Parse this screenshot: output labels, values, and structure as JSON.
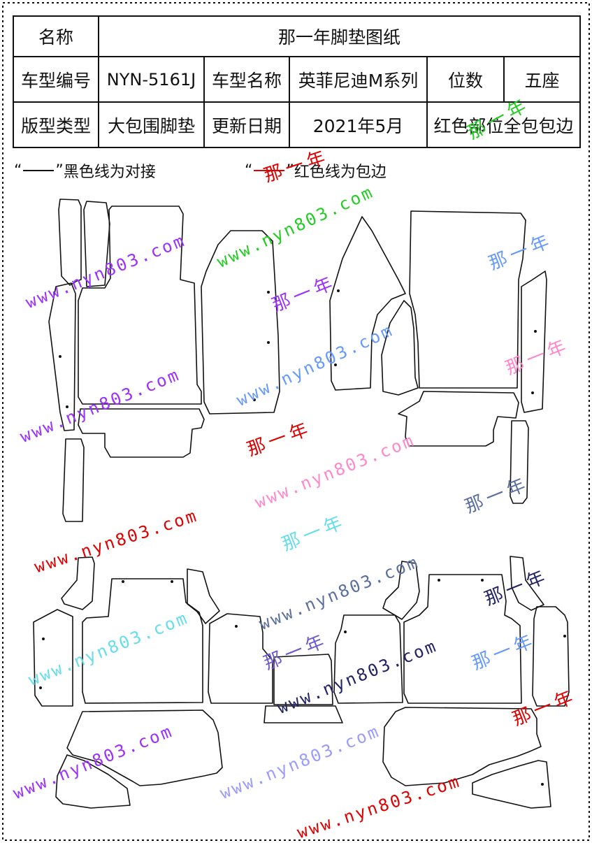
{
  "table": {
    "row1": {
      "label": "名称",
      "value": "那一年脚垫图纸"
    },
    "row2": {
      "model_code_label": "车型编号",
      "model_code": "NYN-5161J",
      "model_name_label": "车型名称",
      "model_name": "英菲尼迪M系列",
      "seats_label": "位数",
      "seats": "五座"
    },
    "row3": {
      "type_label": "版型类型",
      "type": "大包围脚垫",
      "date_label": "更新日期",
      "date": "2021年5月",
      "edge": "红色部位全包包边"
    }
  },
  "legend": {
    "open_quote": "“",
    "close_quote": "”",
    "black_text": "黑色线为对接",
    "red_text": "红色线为包边",
    "black_color": "#111111",
    "red_color": "#e00000"
  },
  "watermarks": {
    "url": "www.nyn803.com",
    "cn": "那一年",
    "colors": [
      "#9b30ff",
      "#22cc22",
      "#ff3333",
      "#6699ff",
      "#ff88cc",
      "#5a6f9f",
      "#66ddee",
      "#222266"
    ]
  }
}
